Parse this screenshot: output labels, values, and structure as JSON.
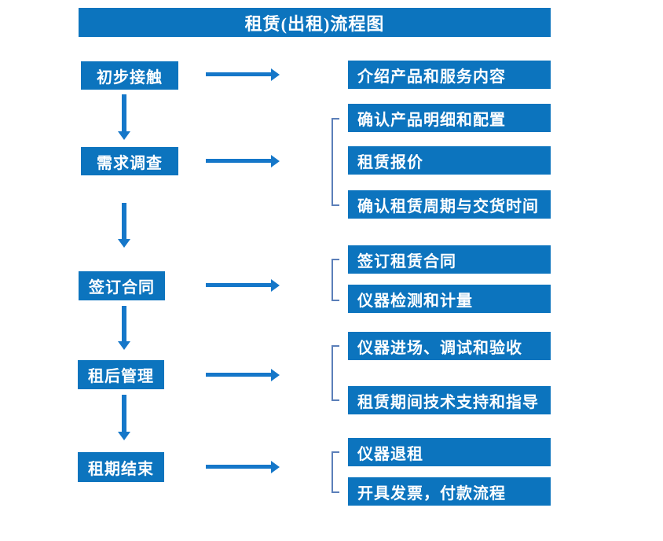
{
  "title": "租赁(出租)流程图",
  "colors": {
    "box_blue": "#0C74BE",
    "arrow_blue": "#1577C9",
    "bracket_blue": "#5B7FB9",
    "text_white": "#FFFFFF",
    "background": "#FFFFFF"
  },
  "connectors": {
    "right_arrow_icon": "→",
    "down_arrow_icon": "↓",
    "group_bracket_icon": "["
  },
  "flow": {
    "steps": [
      {
        "label": "初步接触",
        "outputs": [
          "介绍产品和服务内容"
        ]
      },
      {
        "label": "需求调查",
        "outputs": [
          "确认产品明细和配置",
          "租赁报价",
          "确认租赁周期与交货时间"
        ]
      },
      {
        "label": "签订合同",
        "outputs": [
          "签订租赁合同",
          "仪器检测和计量"
        ]
      },
      {
        "label": "租后管理",
        "outputs": [
          "仪器进场、调试和验收",
          "租赁期间技术支持和指导"
        ]
      },
      {
        "label": "租期结束",
        "outputs": [
          "仪器退租",
          "开具发票，付款流程"
        ]
      }
    ]
  }
}
